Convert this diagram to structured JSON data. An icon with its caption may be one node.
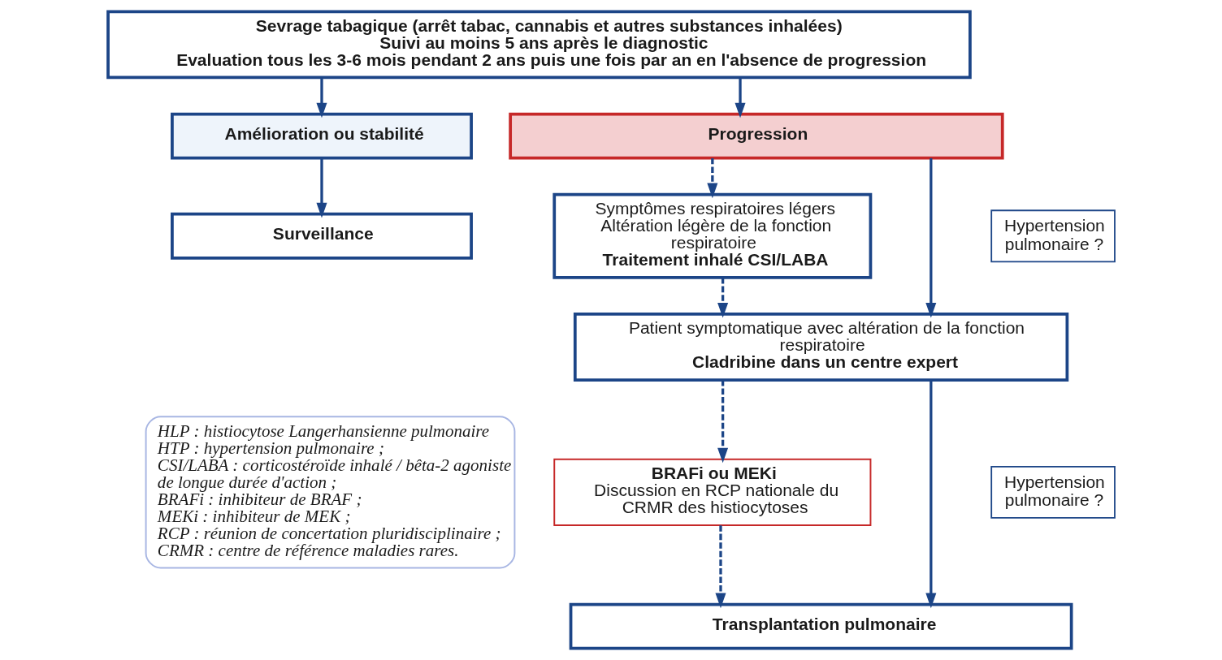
{
  "diagram": {
    "nodes": [
      {
        "text": [
          "Sevrage tabagique (arrêt tabac, cannabis et autres substances inhalées)",
          "Suivi au moins 5 ans après le diagnostic",
          "Evaluation tous les 3-6 mois pendant 2 ans puis une fois par an en l'absence de progression"
        ]
      },
      {
        "text": [
          "Amélioration ou stabilité"
        ]
      },
      {
        "text": [
          "Progression"
        ]
      },
      {
        "text": [
          "Surveillance"
        ]
      },
      {
        "text": [
          "Symptômes respiratoires légers",
          "Altération légère de la fonction respiratoire",
          "Traitement inhalé CSI/LABA"
        ]
      },
      {
        "text": [
          "Hypertension pulmonaire ?"
        ]
      },
      {
        "text": [
          "Patient symptomatique avec altération de la fonction respiratoire",
          "Cladribine dans un centre expert"
        ]
      },
      {
        "text": [
          "BRAFi ou MEKi",
          "Discussion en RCP nationale du CRMR des histiocytoses"
        ]
      },
      {
        "text": [
          "Hypertension pulmonaire ?"
        ]
      },
      {
        "text": [
          "Transplantation pulmonaire"
        ]
      },
      {
        "text": [
          "HLP : histiocytose Langerhansienne pulmonaire",
          "HTP : hypertension pulmonaire ;",
          "CSI/LABA : corticostéroïde inhalé / bêta-2 agoniste de longue durée d'action ;",
          "BRAFi : inhibiteur de BRAF ;",
          "MEKi : inhibiteur de MEK ;",
          "RCP : réunion de concertation pluridisciplinaire ;",
          "CRMR : centre de référence maladies rares."
        ]
      }
    ],
    "edges": [
      {
        "from": 0,
        "to": 1,
        "arrow": "to"
      },
      {
        "from": 0,
        "to": 2,
        "arrow": "to"
      },
      {
        "from": 1,
        "to": 3,
        "arrow": "to"
      },
      {
        "from": 2,
        "to": 4,
        "arrow": "to",
        "style": "dashed"
      },
      {
        "from": 2,
        "to": 6,
        "arrow": "to"
      },
      {
        "from": 4,
        "to": 6,
        "arrow": "to",
        "style": "dashed"
      },
      {
        "from": 6,
        "to": 7,
        "arrow": "to",
        "style": "dashed"
      },
      {
        "from": 6,
        "to": 9,
        "arrow": "to"
      },
      {
        "from": 7,
        "to": 9,
        "arrow": "to",
        "style": "dashed"
      }
    ]
  }
}
